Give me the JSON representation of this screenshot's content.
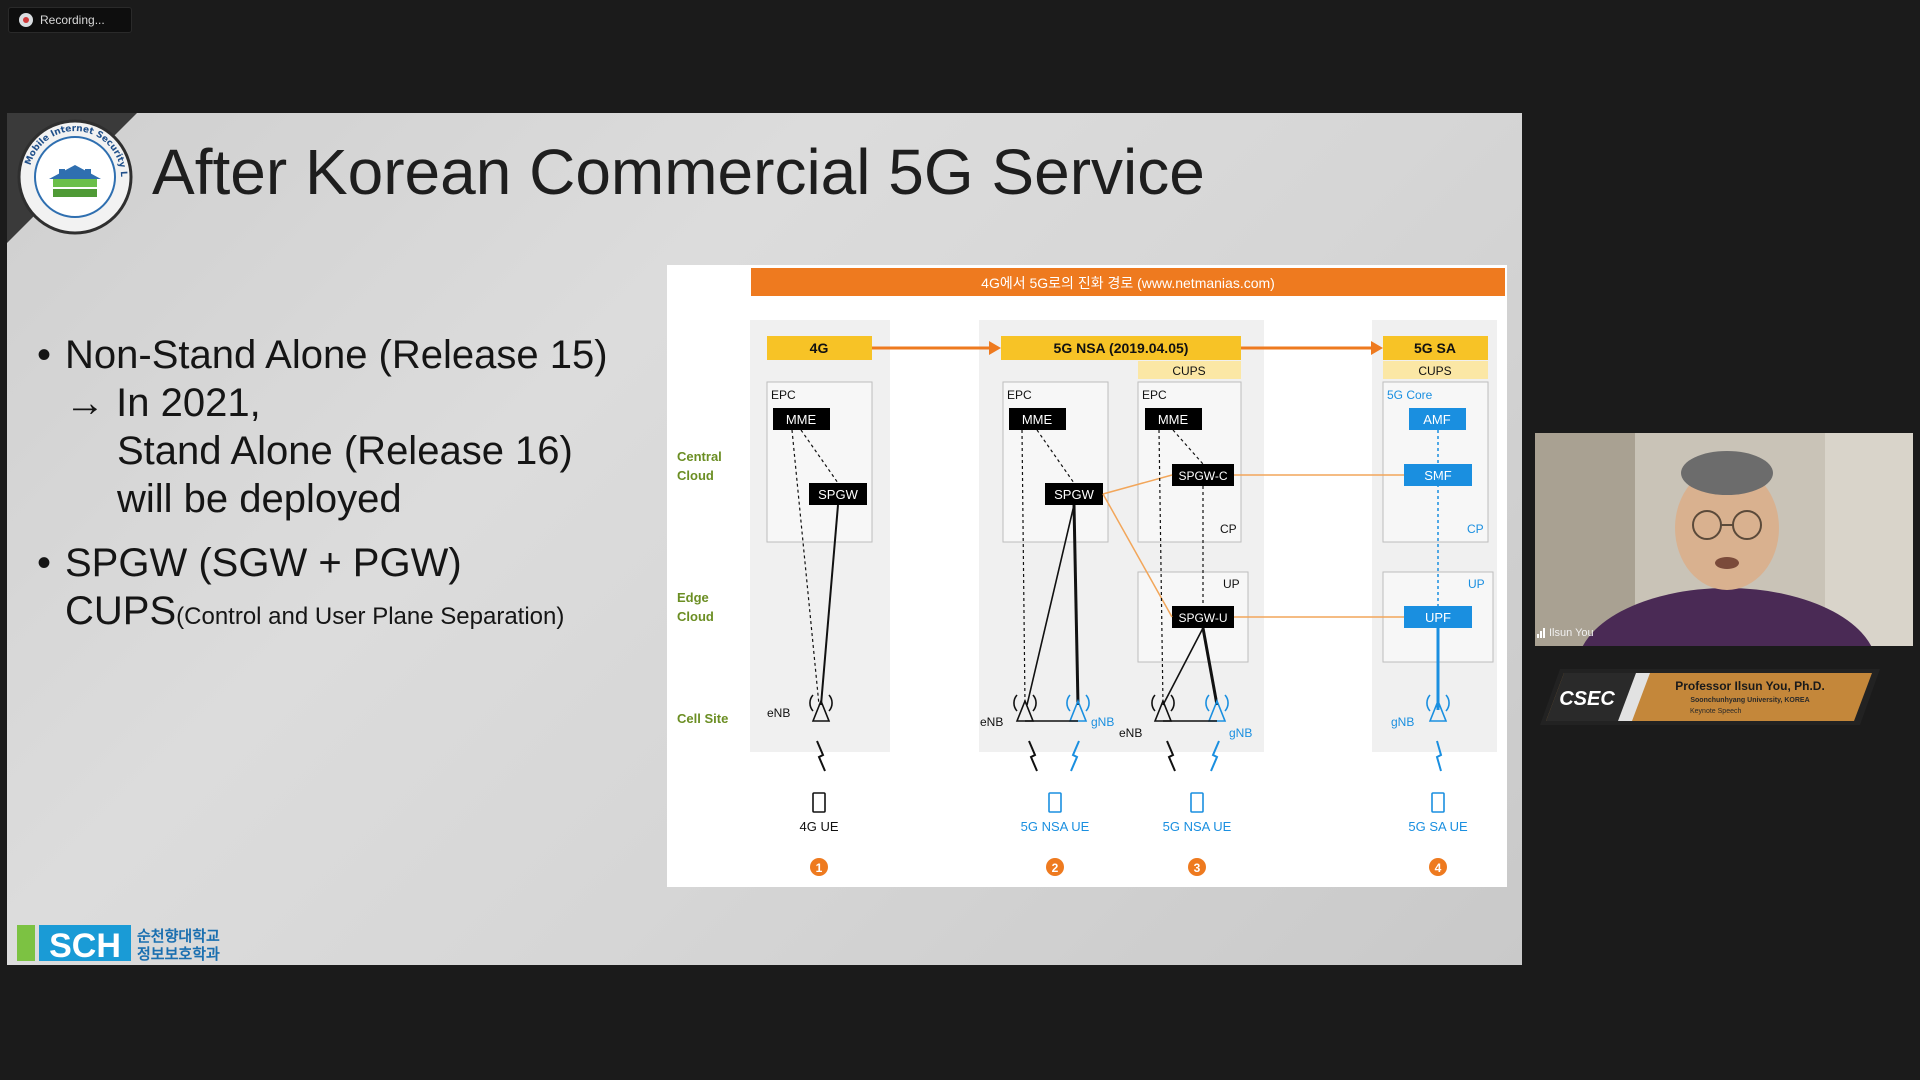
{
  "recording": {
    "label": "Recording..."
  },
  "slide": {
    "title": "After Korean Commercial 5G Service",
    "lab_logo_text": "Mobile Internet Security Lab",
    "bullets": {
      "b1_line1": "Non-Stand Alone (Release 15)",
      "b1_arrow": "→",
      "b1_line2": "In 2021,",
      "b1_line3": "Stand Alone (Release 16)",
      "b1_line4": "will be deployed",
      "b2_line1": "SPGW (SGW + PGW)",
      "b2_line2_big": "CUPS",
      "b2_line2_small": "(Control and User Plane Separation)"
    },
    "school_logo": {
      "abbr": "SCH",
      "line1": "순천향대학교",
      "line2": "정보보호학과"
    }
  },
  "diagram": {
    "header": "4G에서 5G로의 진화 경로 (www.netmanias.com)",
    "rows": [
      "Central",
      "Cloud",
      "Edge",
      "Cloud",
      "Cell Site"
    ],
    "stages": {
      "s4g": "4G",
      "snsa": "5G NSA (2019.04.05)",
      "ssa": "5G SA",
      "cups": "CUPS"
    },
    "labels": {
      "epc": "EPC",
      "mme": "MME",
      "spgw": "SPGW",
      "spgwc": "SPGW-C",
      "spgwu": "SPGW-U",
      "cp": "CP",
      "up": "UP",
      "core": "5G Core",
      "amf": "AMF",
      "smf": "SMF",
      "upf": "UPF",
      "enb": "eNB",
      "gnb": "gNB"
    },
    "ues": [
      "4G UE",
      "5G NSA UE",
      "5G NSA UE",
      "5G SA UE"
    ],
    "numbers": [
      "1",
      "2",
      "3",
      "4"
    ],
    "colors": {
      "orange": "#ee7a1f",
      "yellow": "#f7c326",
      "blue": "#1a8fe0",
      "black": "#000000"
    }
  },
  "webcam": {
    "name": "Ilsun You",
    "banner": {
      "logo": "CSEC",
      "name": "Professor Ilsun You, Ph.D.",
      "affiliation": "Soonchunhyang University, KOREA",
      "role": "Keynote Speech"
    }
  }
}
